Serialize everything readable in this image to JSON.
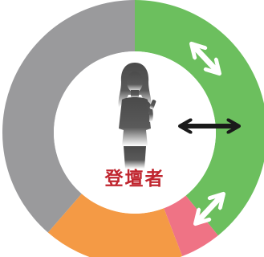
{
  "center": {
    "label": "登壇者",
    "figure_icon": "woman-speaker-silhouette-icon"
  },
  "ring_segments": [
    {
      "name": "green-segment",
      "color": "#6cbf5e",
      "start_deg": 0,
      "end_deg": 141
    },
    {
      "name": "pink-segment",
      "color": "#ef7385",
      "start_deg": 141,
      "end_deg": 159
    },
    {
      "name": "orange-segment",
      "color": "#f49a45",
      "start_deg": 159,
      "end_deg": 221
    },
    {
      "name": "gray-segment",
      "color": "#9a9a9c",
      "start_deg": 221,
      "end_deg": 360
    }
  ],
  "arrows": [
    {
      "name": "upper-diagonal-double-arrow-icon",
      "color": "#ffffff"
    },
    {
      "name": "horizontal-double-arrow-icon",
      "color": "#1a1a1a"
    },
    {
      "name": "lower-diagonal-double-arrow-icon",
      "color": "#ffffff"
    }
  ]
}
